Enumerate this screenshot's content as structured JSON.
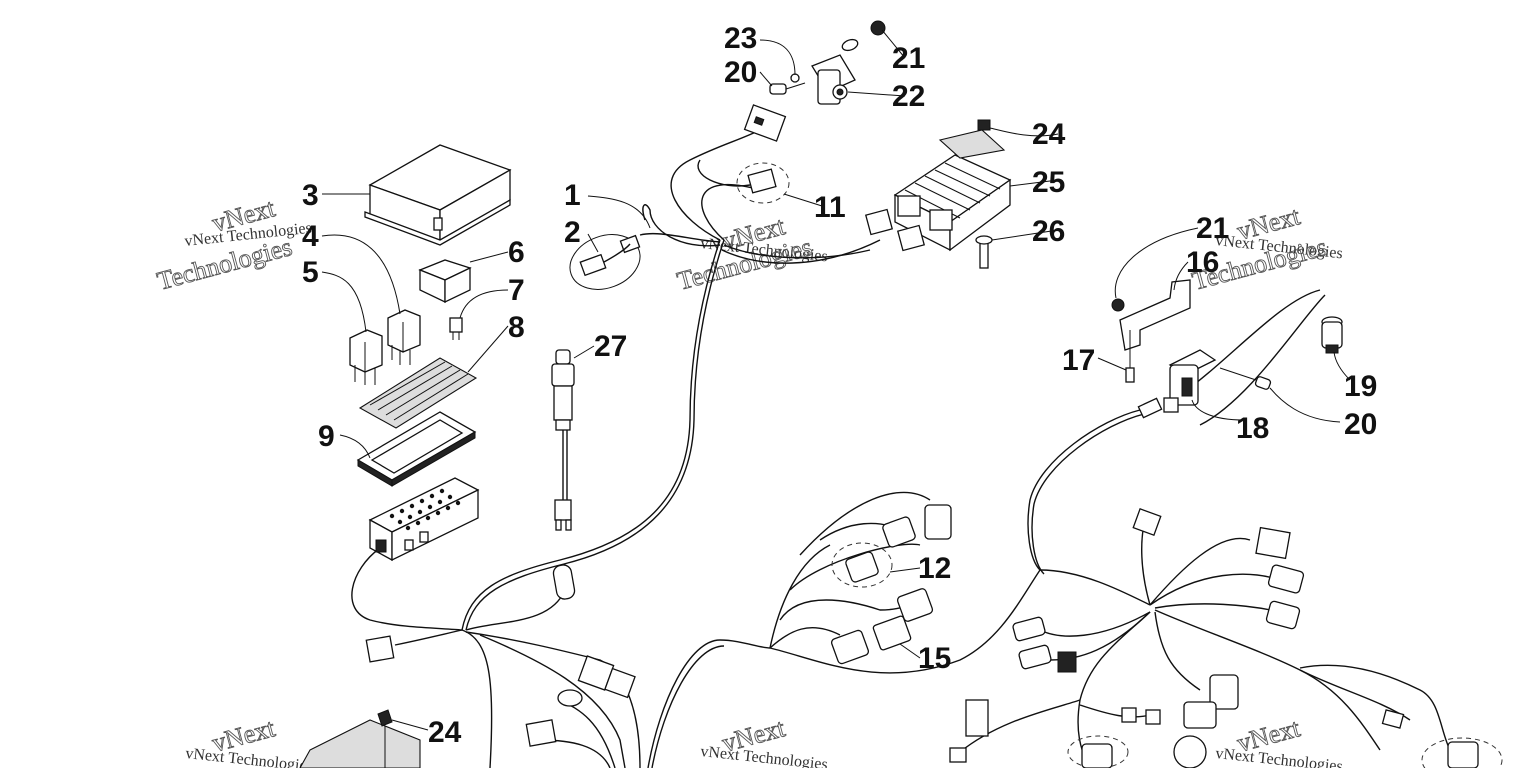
{
  "diagram": {
    "callouts": [
      "1",
      "2",
      "3",
      "4",
      "5",
      "6",
      "7",
      "8",
      "9",
      "11",
      "12",
      "15",
      "16",
      "17",
      "18",
      "19",
      "20",
      "20",
      "21",
      "21",
      "22",
      "23",
      "24",
      "24",
      "25",
      "26",
      "27"
    ],
    "watermark": {
      "brand_line": "vNext Technologies",
      "big_word_top": "vNext",
      "big_word_bottom": "Technologies"
    }
  }
}
